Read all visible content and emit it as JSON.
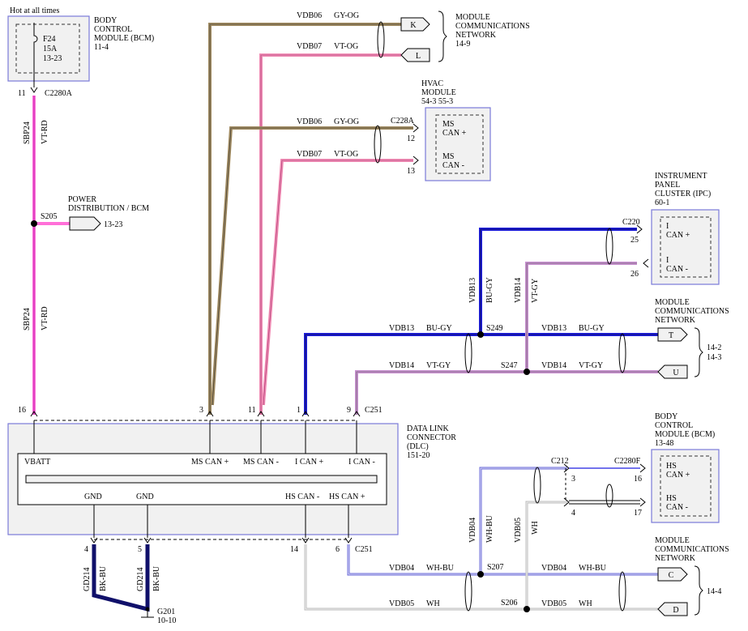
{
  "hot_label": "Hot at all times",
  "bcm_top": {
    "title": [
      "BODY",
      "CONTROL",
      "MODULE (BCM)",
      "11-4"
    ],
    "fuse": [
      "F24",
      "15A",
      "13-23"
    ]
  },
  "pin_11": "11",
  "c2280a": "C2280A",
  "sbp24": "SBP24",
  "vt_rd": "VT-RD",
  "s205": "S205",
  "power_dist": [
    "POWER",
    "DISTRIBUTION / BCM"
  ],
  "pd_ref": "13-23",
  "mcn_top": {
    "title": [
      "MODULE",
      "COMMUNICATIONS",
      "NETWORK",
      "14-9"
    ],
    "k": "K",
    "l": "L"
  },
  "vdb06": "VDB06",
  "gy_og": "GY-OG",
  "vdb07": "VDB07",
  "vt_og": "VT-OG",
  "hvac": {
    "title": [
      "HVAC",
      "MODULE",
      "54-3  55-3"
    ],
    "conn": "C228A",
    "pin12": "12",
    "pin13": "13",
    "ms_a": "MS",
    "can_plus": "CAN +",
    "ms_b": "MS",
    "can_minus": "CAN -"
  },
  "ipc": {
    "title": [
      "INSTRUMENT",
      "PANEL",
      "CLUSTER (IPC)",
      "60-1"
    ],
    "conn": "C220",
    "pin25": "25",
    "pin26": "26",
    "i_a": "I",
    "can_plus": "CAN +",
    "i_b": "I",
    "can_minus": "CAN -"
  },
  "vdb13": "VDB13",
  "bu_gy": "BU-GY",
  "vdb14": "VDB14",
  "vt_gy": "VT-GY",
  "s249": "S249",
  "s247": "S247",
  "mcn_mid": {
    "title": [
      "MODULE",
      "COMMUNICATIONS",
      "NETWORK"
    ],
    "t": "T",
    "u": "U",
    "ref1": "14-2",
    "ref2": "14-3"
  },
  "dlc": {
    "title": [
      "DATA LINK",
      "CONNECTOR",
      "(DLC)",
      "151-20"
    ],
    "c251": "C251",
    "vbatt": "VBATT",
    "ms_can_plus": "MS CAN +",
    "ms_can_minus": "MS CAN -",
    "i_can_plus": "I CAN +",
    "i_can_minus": "I CAN -",
    "gnd": "GND",
    "hs_can_minus": "HS CAN -",
    "hs_can_plus": "HS CAN +",
    "pins_top": [
      "16",
      "3",
      "11",
      "1",
      "9"
    ],
    "pins_bottom": [
      "4",
      "5",
      "14",
      "6"
    ]
  },
  "bcm_bot": {
    "title": [
      "BODY",
      "CONTROL",
      "MODULE (BCM)",
      "13-48"
    ],
    "c212": "C212",
    "c2280f": "C2280F",
    "pin3": "3",
    "pin4": "4",
    "pin16": "16",
    "pin17": "17",
    "hs_a": "HS",
    "can_plus": "CAN +",
    "hs_b": "HS",
    "can_minus": "CAN -"
  },
  "vdb04": "VDB04",
  "wh_bu": "WH-BU",
  "vdb05": "VDB05",
  "wh": "WH",
  "s207": "S207",
  "s206": "S206",
  "mcn_bot": {
    "title": [
      "MODULE",
      "COMMUNICATIONS",
      "NETWORK"
    ],
    "c": "C",
    "d": "D",
    "ref": "14-4"
  },
  "gd214": "GD214",
  "bk_bu": "BK-BU",
  "g201": "G201",
  "g201_ref": "10-10",
  "colors": {
    "pink": "#ff6fd8",
    "gyog": "#a08a60",
    "vtog": "#f08cb4",
    "blue": "#1e1ee0",
    "vtgy": "#c890d0",
    "whbu": "#6a6ad8",
    "wh": "#bdbdbd",
    "bkbu": "#10106a",
    "box": "#7a7ad8"
  }
}
